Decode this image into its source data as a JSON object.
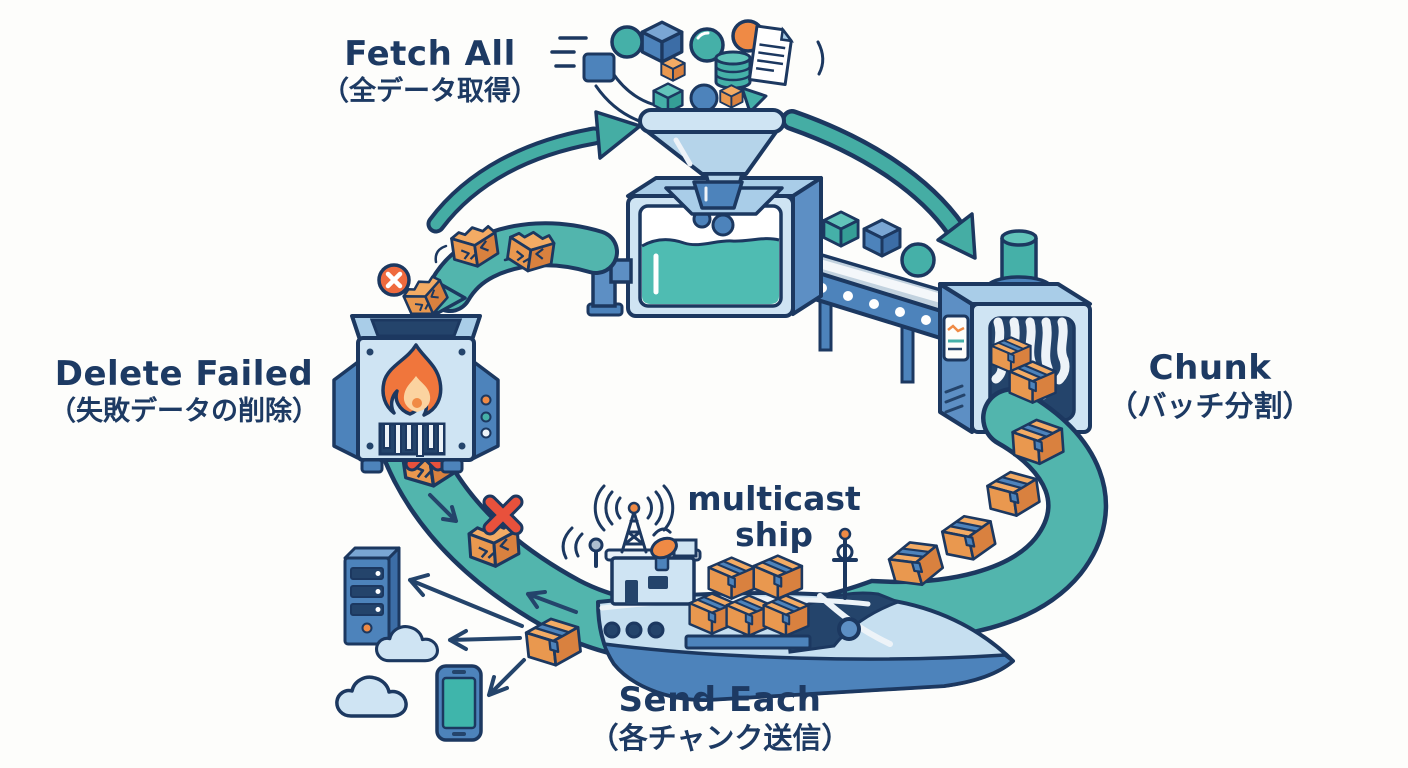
{
  "labels": {
    "fetch_all": {
      "en": "Fetch All",
      "ja": "（全データ取得）"
    },
    "chunk": {
      "en": "Chunk",
      "ja": "（バッチ分割）"
    },
    "send_each": {
      "en": "Send Each",
      "ja": "（各チャンク送信）"
    },
    "delete_failed": {
      "en": "Delete Failed",
      "ja": "（失敗データの削除）"
    },
    "ship_caption": {
      "line1": "multicast",
      "line2": "ship"
    }
  },
  "colors": {
    "background": "#fdfdfb",
    "text_navy": "#1d3a63",
    "outline_navy": "#1c3860",
    "band_teal": "#52b5ad",
    "arrow_teal": "#45ada4",
    "machine_light_blue": "#cfe4f3",
    "machine_side_blue": "#5d8fc4",
    "accent_blue": "#4d83bb",
    "box_orange": "#e9984f",
    "accent_orange": "#ef8a45",
    "fail_red": "#e8513c",
    "liquid_teal": "#4fbcb2"
  }
}
